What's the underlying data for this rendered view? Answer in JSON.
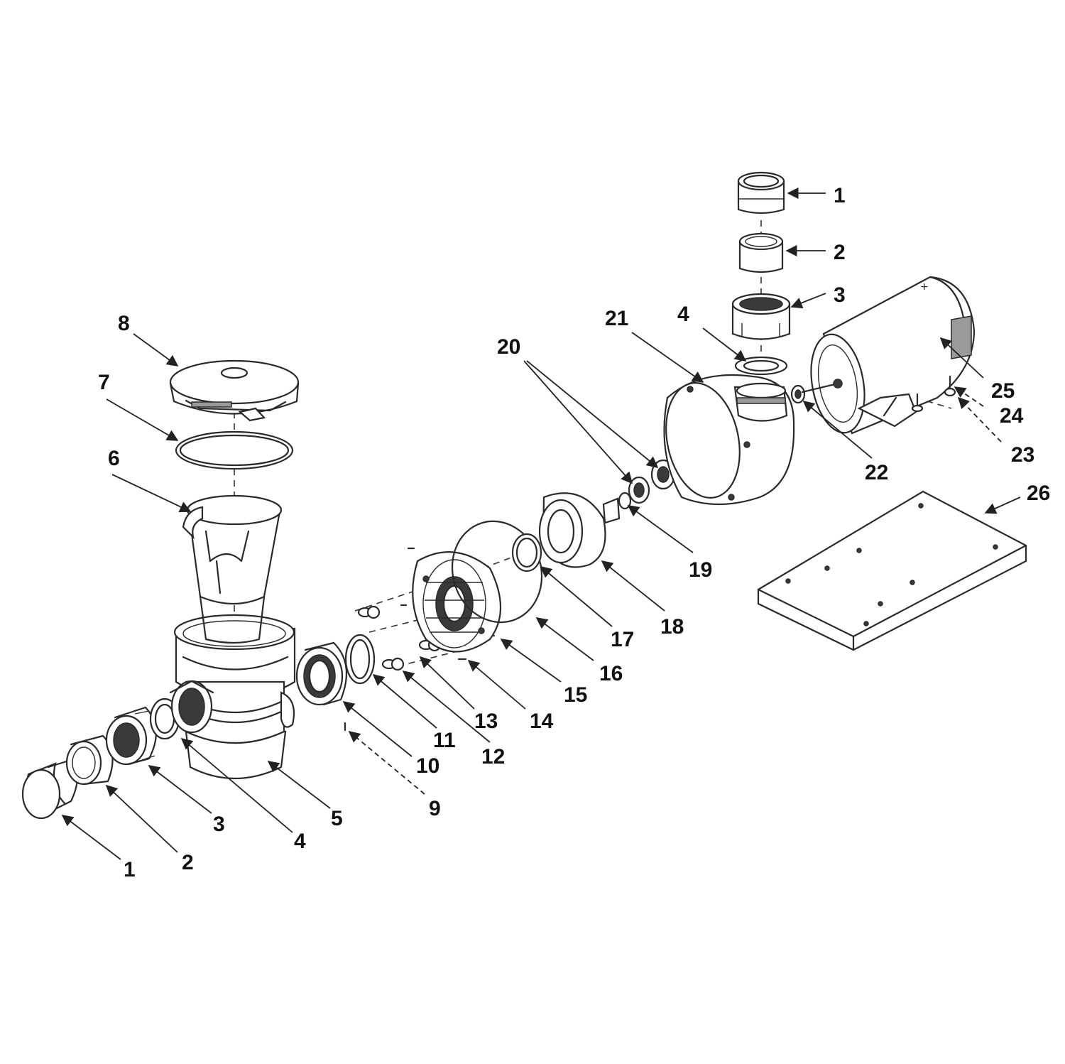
{
  "callouts": {
    "c1a": "1",
    "c2a": "2",
    "c3a": "3",
    "c4a": "4",
    "c1b": "1",
    "c2b": "2",
    "c3b": "3",
    "c4b": "4",
    "c5": "5",
    "c6": "6",
    "c7": "7",
    "c8": "8",
    "c9": "9",
    "c10": "10",
    "c11": "11",
    "c12": "12",
    "c13": "13",
    "c14": "14",
    "c15": "15",
    "c16": "16",
    "c17": "17",
    "c18": "18",
    "c19": "19",
    "c20": "20",
    "c21": "21",
    "c22": "22",
    "c23": "23",
    "c24": "24",
    "c25": "25",
    "c26": "26"
  }
}
